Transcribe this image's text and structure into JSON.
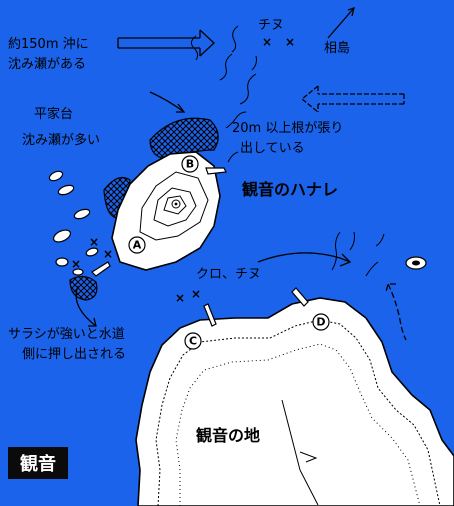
{
  "title": "観音",
  "labels": {
    "offshore_1": "約150m 沖に",
    "offshore_2": "沈み瀬がある",
    "chinu_top": "チヌ",
    "aijima": "相島",
    "heike_1": "平家台",
    "heike_2": "沈み瀬が多い",
    "roots_1": "20m 以上根が張り",
    "roots_2": "出している",
    "hanare": "観音のハナレ",
    "kuro_chinu": "クロ、チヌ",
    "current_1": "サラシが強いと水道",
    "current_2": "側に押し出される",
    "land": "観音の地"
  },
  "points": {
    "A": "A",
    "B": "B",
    "C": "C",
    "D": "D"
  },
  "x_mark": "×",
  "colors": {
    "sea": "#1a63ea",
    "land": "#ffffff",
    "ink": "#000000",
    "title_bg": "#0b0b0b"
  }
}
